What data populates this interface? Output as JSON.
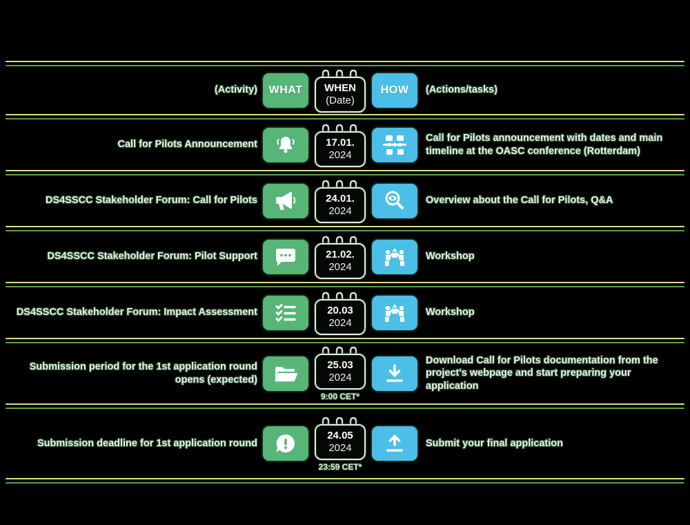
{
  "colors": {
    "background": "#000000",
    "green_tile": "#57b577",
    "blue_tile": "#4cbfe9",
    "separator_top": "#d8e47d",
    "separator_bottom": "#5aa24b"
  },
  "header": {
    "activity_label": "(Activity)",
    "what_label": "WHAT",
    "when_label": "WHEN",
    "when_sub": "(Date)",
    "how_label": "HOW",
    "actions_label": "(Actions/tasks)"
  },
  "rows": [
    {
      "activity": "Call for Pilots Announcement",
      "what_icon": "bell-icon",
      "date_line1": "17.01.",
      "date_line2": "2024",
      "how_icon": "sitemap-icon",
      "action": "Call for Pilots announcement with dates and main timeline at the OASC conference (Rotterdam)"
    },
    {
      "activity": "DS4SSCC Stakeholder Forum: Call for Pilots",
      "what_icon": "megaphone-icon",
      "date_line1": "24.01.",
      "date_line2": "2024",
      "how_icon": "search-eye-icon",
      "action": "Overview about the Call for Pilots, Q&A"
    },
    {
      "activity": "DS4SSCC Stakeholder Forum: Pilot Support",
      "what_icon": "chat-dots-icon",
      "date_line1": "21.02.",
      "date_line2": "2024",
      "how_icon": "workshop-icon",
      "action": "Workshop"
    },
    {
      "activity": "DS4SSCC Stakeholder Forum: Impact Assessment",
      "what_icon": "checklist-icon",
      "date_line1": "20.03",
      "date_line2": "2024",
      "how_icon": "workshop-icon",
      "action": "Workshop"
    },
    {
      "activity": "Submission period for the 1st application round opens (expected)",
      "what_icon": "folder-icon",
      "date_line1": "25.03",
      "date_line2": "2024",
      "time_note": "9:00 CET*",
      "how_icon": "download-icon",
      "action": "Download Call for Pilots documentation from the project's webpage and start preparing your application"
    },
    {
      "activity": "Submission deadline for 1st application round",
      "what_icon": "alert-chat-icon",
      "date_line1": "24.05",
      "date_line2": "2024",
      "time_note": "23:59 CET*",
      "how_icon": "upload-icon",
      "action": "Submit your final application"
    }
  ]
}
